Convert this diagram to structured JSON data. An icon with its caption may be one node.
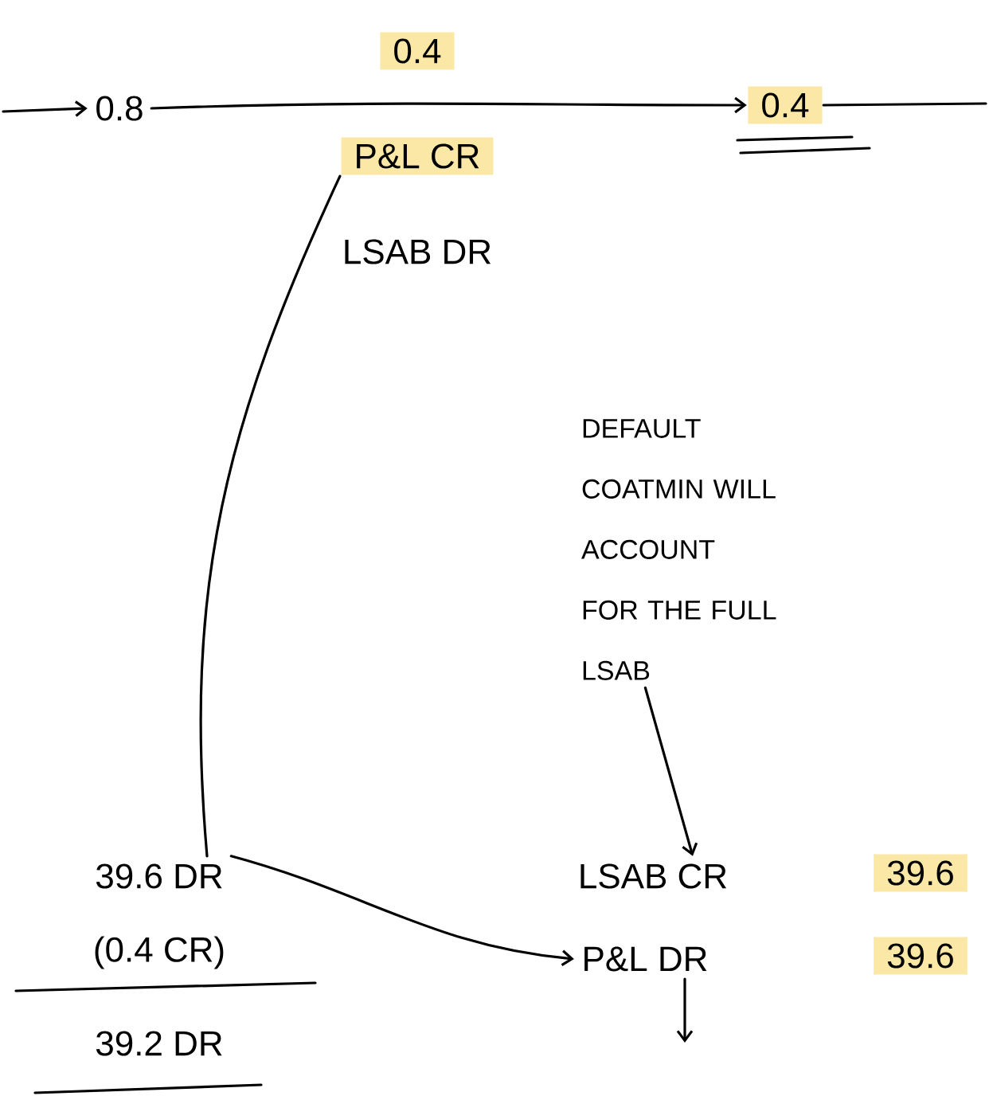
{
  "diagram": {
    "nodes": [
      {
        "text": [
          "0.4"
        ]
      },
      {
        "text": [
          "0.8"
        ]
      },
      {
        "text": [
          "0.4"
        ]
      },
      {
        "text": [
          "P&L CR"
        ]
      },
      {
        "text": [
          "DEFAULT COATMIN WILL ACCOUNT FOR THE FULL LSAB"
        ]
      },
      {
        "text": [
          "39.6 DR"
        ]
      },
      {
        "text": [
          "LSAB CR"
        ]
      },
      {
        "text": [
          "39.6"
        ]
      },
      {
        "text": [
          "P&L DR"
        ]
      },
      {
        "text": [
          "39.6"
        ]
      }
    ],
    "edges": [
      {
        "from": null,
        "to": 1,
        "arrow": "to"
      },
      {
        "from": 1,
        "to": 2,
        "arrow": "to"
      },
      {
        "from": 2,
        "to": null,
        "arrow": "none"
      },
      {
        "from": 5,
        "to": 3,
        "arrow": "none"
      },
      {
        "from": 5,
        "to": 8,
        "arrow": "to"
      },
      {
        "from": 4,
        "to": 6,
        "arrow": "to"
      },
      {
        "from": 8,
        "to": null,
        "arrow": "to"
      }
    ],
    "labels": [
      "LSAB DR",
      "(0.4 CR)",
      "39.2 DR"
    ]
  }
}
